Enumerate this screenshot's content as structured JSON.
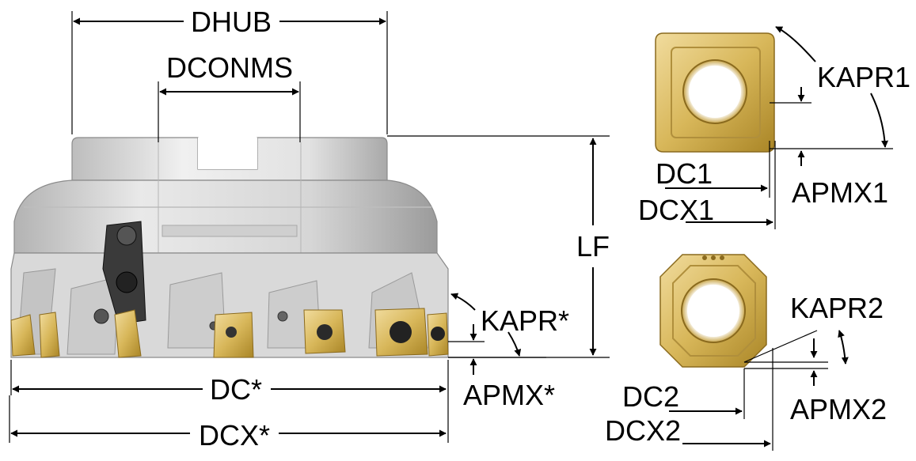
{
  "colors": {
    "ink": "#000000",
    "steel_light": "#e4e4e4",
    "steel_mid": "#c6c6c6",
    "steel_dark": "#8e8e8e",
    "insert_gold": "#d8b75a",
    "insert_gold_light": "#ecd79a",
    "insert_gold_dark": "#9c7a26",
    "screw_dark": "#2a2a2a"
  },
  "labels": {
    "dhub": "DHUB",
    "dconms": "DCONMS",
    "lf": "LF",
    "kapr_star": "KAPR*",
    "apmx_star": "APMX*",
    "dc_star": "DC*",
    "dcx_star": "DCX*",
    "kapr1": "KAPR1",
    "dc1": "DC1",
    "dcx1": "DCX1",
    "apmx1": "APMX1",
    "kapr2": "KAPR2",
    "dc2": "DC2",
    "dcx2": "DCX2",
    "apmx2": "APMX2"
  }
}
